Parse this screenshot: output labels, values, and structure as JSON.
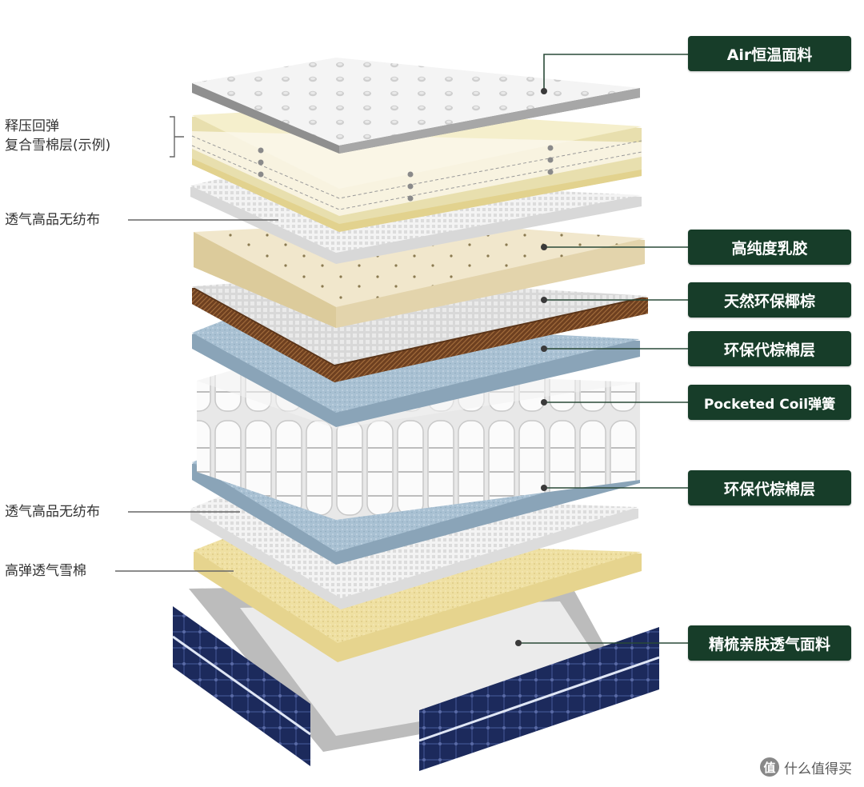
{
  "labels_right": [
    {
      "text": "Air恒温面料"
    },
    {
      "text": "高纯度乳胶"
    },
    {
      "text": "天然环保椰棕"
    },
    {
      "text": "环保代棕棉层"
    },
    {
      "text": "Pocketed Coil弹簧"
    },
    {
      "text": "环保代棕棉层"
    },
    {
      "text": "精梳亲肤透气面料"
    }
  ],
  "labels_left": {
    "composite_line1": "释压回弹",
    "composite_line2": "复合雪棉层(示例)",
    "nonwoven_top": "透气高品无纺布",
    "nonwoven_bottom": "透气高品无纺布",
    "foam": "高弹透气雪棉"
  },
  "watermark": {
    "badge": "值",
    "text": "什么值得买"
  },
  "colors": {
    "tag_bg": "#173d29",
    "tag_text": "#ffffff",
    "leader_line": "#2a4a38",
    "left_leader": "#666666",
    "cover_navy": "#1c2a5c",
    "latex": "#efe4c8",
    "coir": "#7a4a26",
    "felt": "#a9c1d3",
    "foam": "#efe0a2"
  },
  "icons": [
    "bracket-icon",
    "watermark-logo-icon"
  ]
}
